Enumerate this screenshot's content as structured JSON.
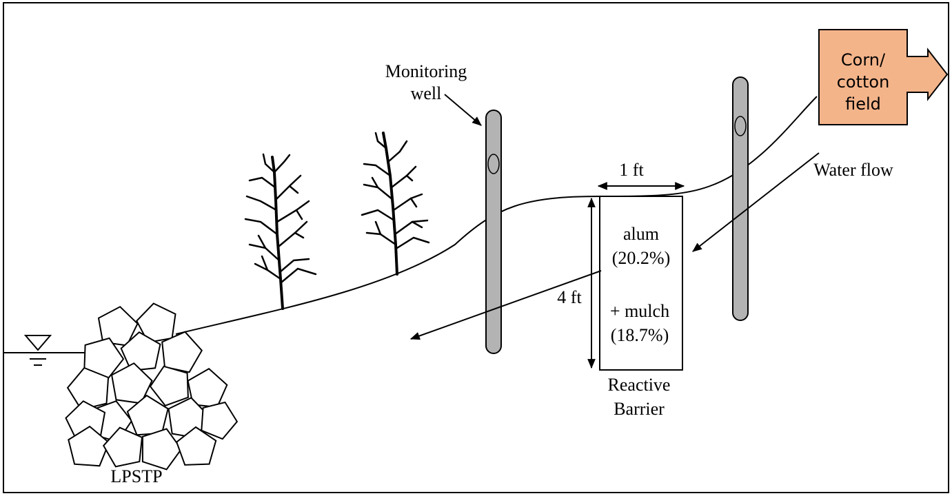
{
  "labels": {
    "monitoring_line1": "Monitoring",
    "monitoring_line2": "well",
    "field_line1": "Corn/",
    "field_line2": "cotton",
    "field_line3": "field",
    "water_flow": "Water flow",
    "width": "1 ft",
    "depth": "4 ft",
    "alum": "alum",
    "alum_pct": "(20.2%)",
    "mulch": "+ mulch",
    "mulch_pct": "(18.7%)",
    "barrier_line1": "Reactive",
    "barrier_line2": "Barrier",
    "lpstp": "LPSTP"
  },
  "colors": {
    "well_fill": "#b3b3b3",
    "field_fill": "#f4b48a",
    "line": "#000000"
  }
}
